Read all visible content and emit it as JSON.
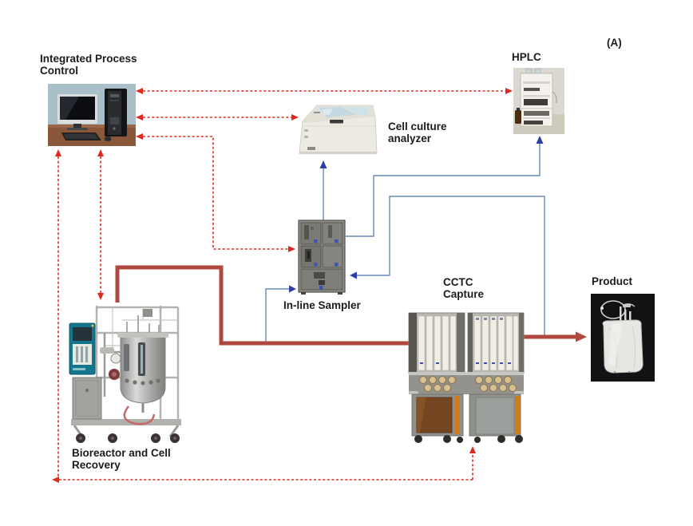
{
  "figure_label": "(A)",
  "nodes": {
    "process_control": {
      "name": "Integrated Process Control",
      "label_line1": "Integrated Process",
      "label_line2": "Control"
    },
    "analyzer": {
      "name": "Cell culture analyzer",
      "label_line1": "Cell culture",
      "label_line2": "analyzer"
    },
    "hplc": {
      "label": "HPLC"
    },
    "sampler": {
      "label": "In-line Sampler"
    },
    "bioreactor": {
      "name": "Bioreactor and Cell Recovery",
      "label_line1": "Bioreactor and Cell",
      "label_line2": "Recovery"
    },
    "cctc": {
      "name": "CCTC Capture",
      "label_line1": "CCTC",
      "label_line2": "Capture"
    },
    "product": {
      "label": "Product"
    }
  },
  "colors": {
    "process_flow": "#b2483d",
    "control_signal": "#e02a20",
    "sample_flow": "#6688bb",
    "sample_arrowhead": "#2b3fa5"
  },
  "connections": [
    {
      "from": "Integrated Process Control",
      "to": "HPLC",
      "style": "red-dashed-control",
      "arrows": "both-ends"
    },
    {
      "from": "Integrated Process Control",
      "to": "Cell culture analyzer",
      "style": "red-dashed-control",
      "arrows": "both-ends"
    },
    {
      "from": "Integrated Process Control",
      "to": "In-line Sampler",
      "style": "red-dashed-control",
      "arrows": "both-ends"
    },
    {
      "from": "Integrated Process Control",
      "to": "Bioreactor and Cell Recovery",
      "style": "red-dashed-control",
      "arrows": "both-ends"
    },
    {
      "from": "CCTC Capture",
      "to": "Integrated Process Control",
      "style": "red-dashed-control",
      "arrows": "both-ends"
    },
    {
      "from": "Bioreactor and Cell Recovery",
      "to": "CCTC Capture",
      "style": "thick-red-process-flow",
      "arrows": "to"
    },
    {
      "from": "CCTC Capture",
      "to": "Product",
      "style": "thick-red-process-flow",
      "arrows": "to"
    },
    {
      "from": "Bioreactor process line",
      "to": "In-line Sampler",
      "style": "blue-sample-line",
      "arrows": "to"
    },
    {
      "from": "In-line Sampler",
      "to": "Cell culture analyzer",
      "style": "blue-sample-line",
      "arrows": "to"
    },
    {
      "from": "In-line Sampler",
      "to": "HPLC",
      "style": "blue-sample-line",
      "arrows": "to"
    },
    {
      "from": "CCTC Capture outlet",
      "to": "In-line Sampler",
      "style": "blue-sample-line",
      "arrows": "to"
    }
  ]
}
